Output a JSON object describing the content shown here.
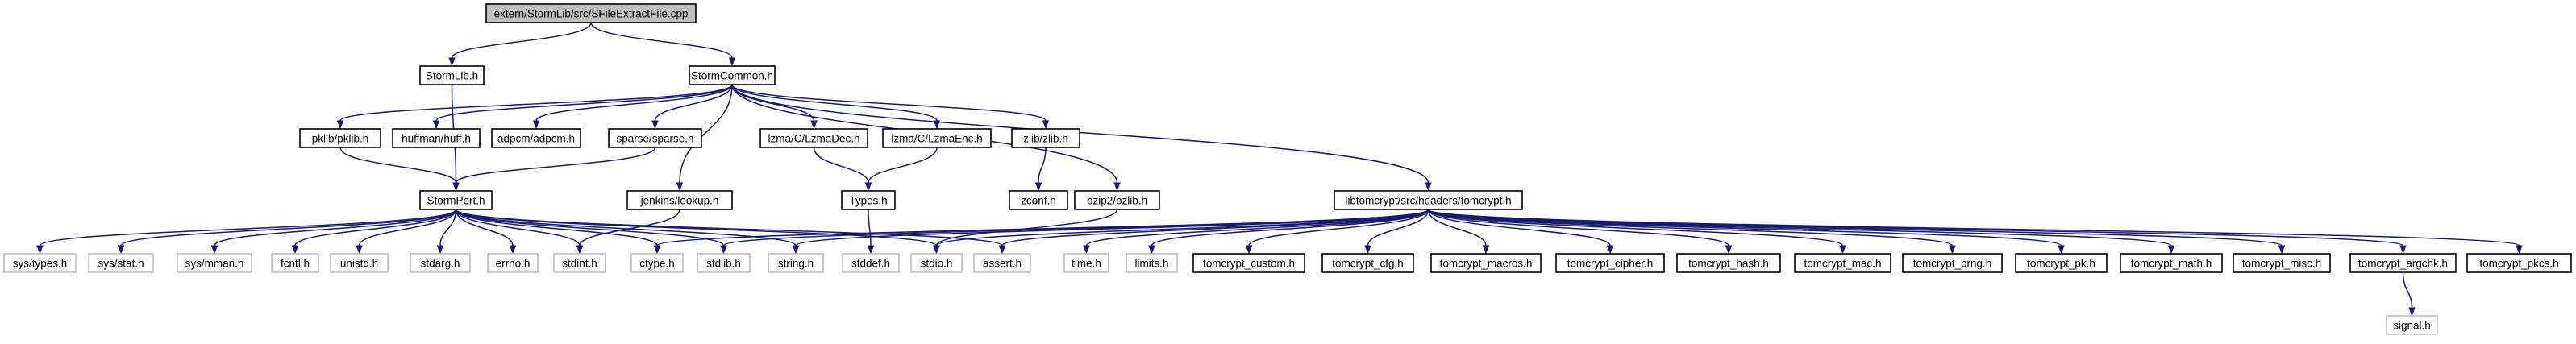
{
  "diagram": {
    "nodes": [
      {
        "id": "root",
        "label": "extern/StormLib/src/SFileExtractFile.cpp",
        "kind": "root"
      },
      {
        "id": "stormlib",
        "label": "StormLib.h",
        "kind": "file"
      },
      {
        "id": "stormcommon",
        "label": "StormCommon.h",
        "kind": "file"
      },
      {
        "id": "pklib",
        "label": "pklib/pklib.h",
        "kind": "file"
      },
      {
        "id": "huff",
        "label": "huffman/huff.h",
        "kind": "file"
      },
      {
        "id": "adpcm",
        "label": "adpcm/adpcm.h",
        "kind": "file"
      },
      {
        "id": "sparse",
        "label": "sparse/sparse.h",
        "kind": "file"
      },
      {
        "id": "lzmadec",
        "label": "lzma/C/LzmaDec.h",
        "kind": "file"
      },
      {
        "id": "lzmaenc",
        "label": "lzma/C/LzmaEnc.h",
        "kind": "file"
      },
      {
        "id": "zlib",
        "label": "zlib/zlib.h",
        "kind": "file"
      },
      {
        "id": "stormport",
        "label": "StormPort.h",
        "kind": "file"
      },
      {
        "id": "lookup",
        "label": "jenkins/lookup.h",
        "kind": "file"
      },
      {
        "id": "types",
        "label": "Types.h",
        "kind": "file"
      },
      {
        "id": "zconf",
        "label": "zconf.h",
        "kind": "file"
      },
      {
        "id": "bzlib",
        "label": "bzip2/bzlib.h",
        "kind": "file"
      },
      {
        "id": "tomcrypt",
        "label": "libtomcrypt/src/headers/tomcrypt.h",
        "kind": "file"
      },
      {
        "id": "systypes",
        "label": "sys/types.h",
        "kind": "sys"
      },
      {
        "id": "sysstat",
        "label": "sys/stat.h",
        "kind": "sys"
      },
      {
        "id": "sysmman",
        "label": "sys/mman.h",
        "kind": "sys"
      },
      {
        "id": "fcntl",
        "label": "fcntl.h",
        "kind": "sys"
      },
      {
        "id": "unistd",
        "label": "unistd.h",
        "kind": "sys"
      },
      {
        "id": "stdarg",
        "label": "stdarg.h",
        "kind": "sys"
      },
      {
        "id": "errno",
        "label": "errno.h",
        "kind": "sys"
      },
      {
        "id": "stdint",
        "label": "stdint.h",
        "kind": "sys"
      },
      {
        "id": "ctype",
        "label": "ctype.h",
        "kind": "sys"
      },
      {
        "id": "stdlib",
        "label": "stdlib.h",
        "kind": "sys"
      },
      {
        "id": "string",
        "label": "string.h",
        "kind": "sys"
      },
      {
        "id": "stddef",
        "label": "stddef.h",
        "kind": "sys"
      },
      {
        "id": "stdio",
        "label": "stdio.h",
        "kind": "sys"
      },
      {
        "id": "assert",
        "label": "assert.h",
        "kind": "sys"
      },
      {
        "id": "time",
        "label": "time.h",
        "kind": "sys"
      },
      {
        "id": "limits",
        "label": "limits.h",
        "kind": "sys"
      },
      {
        "id": "tc_custom",
        "label": "tomcrypt_custom.h",
        "kind": "file"
      },
      {
        "id": "tc_cfg",
        "label": "tomcrypt_cfg.h",
        "kind": "file"
      },
      {
        "id": "tc_macros",
        "label": "tomcrypt_macros.h",
        "kind": "file"
      },
      {
        "id": "tc_cipher",
        "label": "tomcrypt_cipher.h",
        "kind": "file"
      },
      {
        "id": "tc_hash",
        "label": "tomcrypt_hash.h",
        "kind": "file"
      },
      {
        "id": "tc_mac",
        "label": "tomcrypt_mac.h",
        "kind": "file"
      },
      {
        "id": "tc_prng",
        "label": "tomcrypt_prng.h",
        "kind": "file"
      },
      {
        "id": "tc_pk",
        "label": "tomcrypt_pk.h",
        "kind": "file"
      },
      {
        "id": "tc_math",
        "label": "tomcrypt_math.h",
        "kind": "file"
      },
      {
        "id": "tc_misc",
        "label": "tomcrypt_misc.h",
        "kind": "file"
      },
      {
        "id": "tc_argchk",
        "label": "tomcrypt_argchk.h",
        "kind": "file"
      },
      {
        "id": "tc_pkcs",
        "label": "tomcrypt_pkcs.h",
        "kind": "file"
      },
      {
        "id": "signal",
        "label": "signal.h",
        "kind": "sys"
      }
    ],
    "edges": [
      [
        "root",
        "stormlib"
      ],
      [
        "root",
        "stormcommon"
      ],
      [
        "stormlib",
        "stormport"
      ],
      [
        "stormcommon",
        "pklib"
      ],
      [
        "stormcommon",
        "huff"
      ],
      [
        "stormcommon",
        "adpcm"
      ],
      [
        "stormcommon",
        "sparse"
      ],
      [
        "stormcommon",
        "lookup"
      ],
      [
        "stormcommon",
        "lzmadec"
      ],
      [
        "stormcommon",
        "lzmaenc"
      ],
      [
        "stormcommon",
        "zlib"
      ],
      [
        "stormcommon",
        "bzlib"
      ],
      [
        "stormcommon",
        "tomcrypt"
      ],
      [
        "pklib",
        "stormport"
      ],
      [
        "sparse",
        "stormport"
      ],
      [
        "lzmadec",
        "types"
      ],
      [
        "lzmaenc",
        "types"
      ],
      [
        "zlib",
        "zconf"
      ],
      [
        "lookup",
        "stdint"
      ],
      [
        "types",
        "stddef"
      ],
      [
        "bzlib",
        "stdio"
      ],
      [
        "stormport",
        "systypes"
      ],
      [
        "stormport",
        "sysstat"
      ],
      [
        "stormport",
        "sysmman"
      ],
      [
        "stormport",
        "fcntl"
      ],
      [
        "stormport",
        "unistd"
      ],
      [
        "stormport",
        "stdarg"
      ],
      [
        "stormport",
        "errno"
      ],
      [
        "stormport",
        "stdint"
      ],
      [
        "stormport",
        "ctype"
      ],
      [
        "stormport",
        "stdlib"
      ],
      [
        "stormport",
        "string"
      ],
      [
        "stormport",
        "stdio"
      ],
      [
        "stormport",
        "assert"
      ],
      [
        "tomcrypt",
        "stdio"
      ],
      [
        "tomcrypt",
        "string"
      ],
      [
        "tomcrypt",
        "stdlib"
      ],
      [
        "tomcrypt",
        "ctype"
      ],
      [
        "tomcrypt",
        "assert"
      ],
      [
        "tomcrypt",
        "time"
      ],
      [
        "tomcrypt",
        "limits"
      ],
      [
        "tomcrypt",
        "tc_custom"
      ],
      [
        "tomcrypt",
        "tc_cfg"
      ],
      [
        "tomcrypt",
        "tc_macros"
      ],
      [
        "tomcrypt",
        "tc_cipher"
      ],
      [
        "tomcrypt",
        "tc_hash"
      ],
      [
        "tomcrypt",
        "tc_mac"
      ],
      [
        "tomcrypt",
        "tc_prng"
      ],
      [
        "tomcrypt",
        "tc_pk"
      ],
      [
        "tomcrypt",
        "tc_math"
      ],
      [
        "tomcrypt",
        "tc_misc"
      ],
      [
        "tomcrypt",
        "tc_argchk"
      ],
      [
        "tomcrypt",
        "tc_pkcs"
      ],
      [
        "tc_argchk",
        "signal"
      ]
    ],
    "colors": {
      "edge": "#191970",
      "node_border": "#000000",
      "system_node_border": "#bfbfbf",
      "root_fill": "#bfbfbf",
      "background": "#ffffff"
    }
  }
}
